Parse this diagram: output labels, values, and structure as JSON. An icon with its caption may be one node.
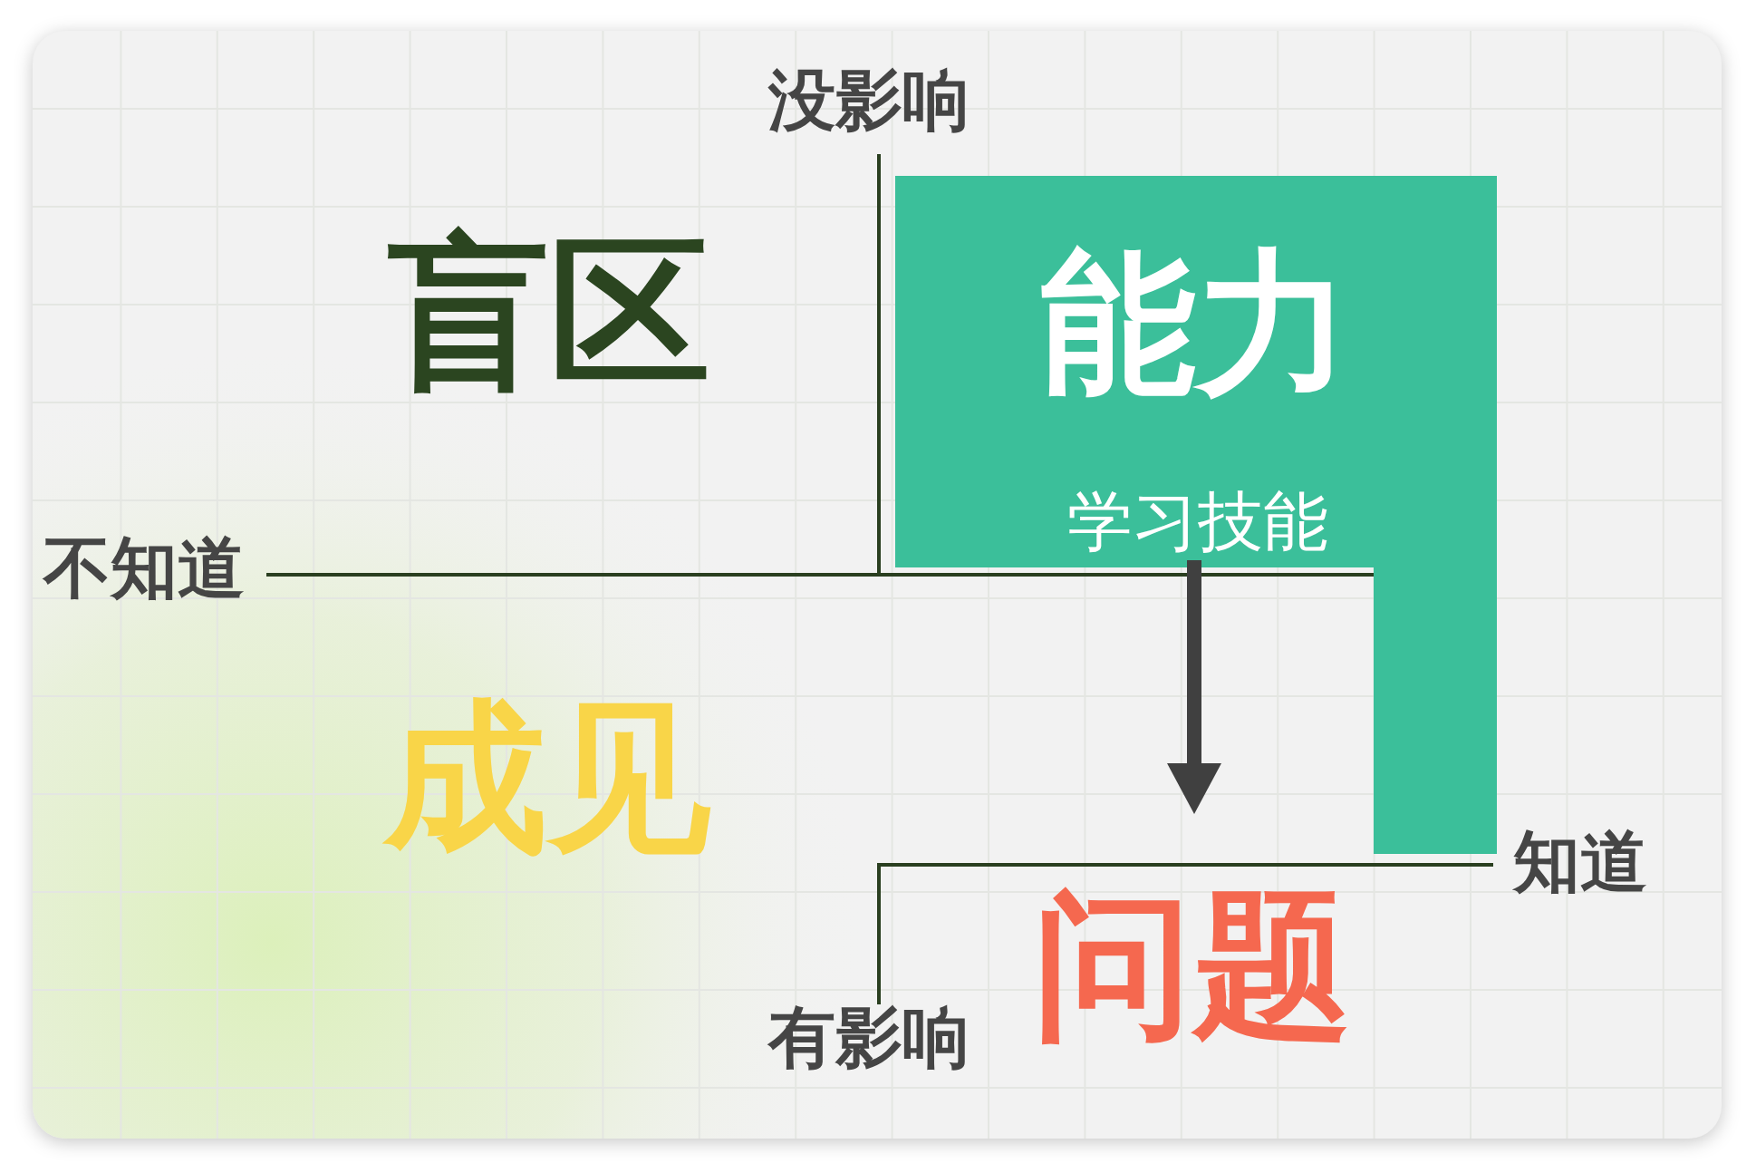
{
  "diagram": {
    "nodes": [
      {
        "text": [
          "能力"
        ]
      },
      {
        "text": [
          "学习技能"
        ],
        "in": 0
      },
      {
        "text": [
          "问题"
        ]
      }
    ],
    "edges": [
      {
        "from": 1,
        "to": 2,
        "arrow": "to"
      }
    ],
    "labels": [
      "没影响",
      "盲区",
      "不知道",
      "成见",
      "知道",
      "有影响"
    ]
  }
}
